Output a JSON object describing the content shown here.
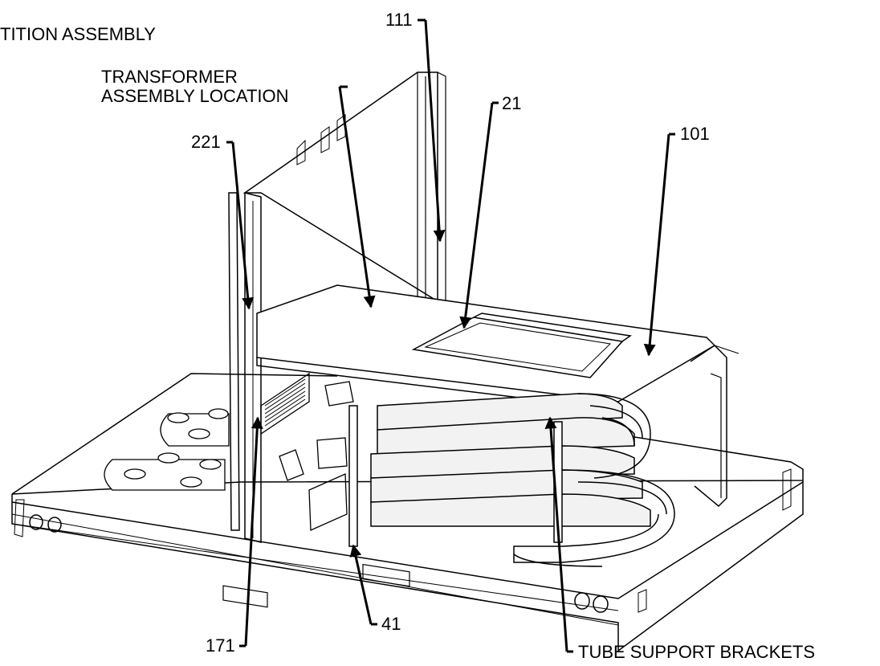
{
  "labels": {
    "partition": "TITION ASSEMBLY",
    "transformer_1": "TRANSFORMER",
    "transformer_2": "ASSEMBLY LOCATION",
    "c111": "111",
    "c21": "21",
    "c221": "221",
    "c101": "101",
    "c41": "41",
    "c171": "171",
    "tube_brackets": "TUBE SUPPORT BRACKETS"
  },
  "colors": {
    "line": "#000000",
    "background": "#ffffff",
    "tube_shade": "#f2f2f2"
  }
}
